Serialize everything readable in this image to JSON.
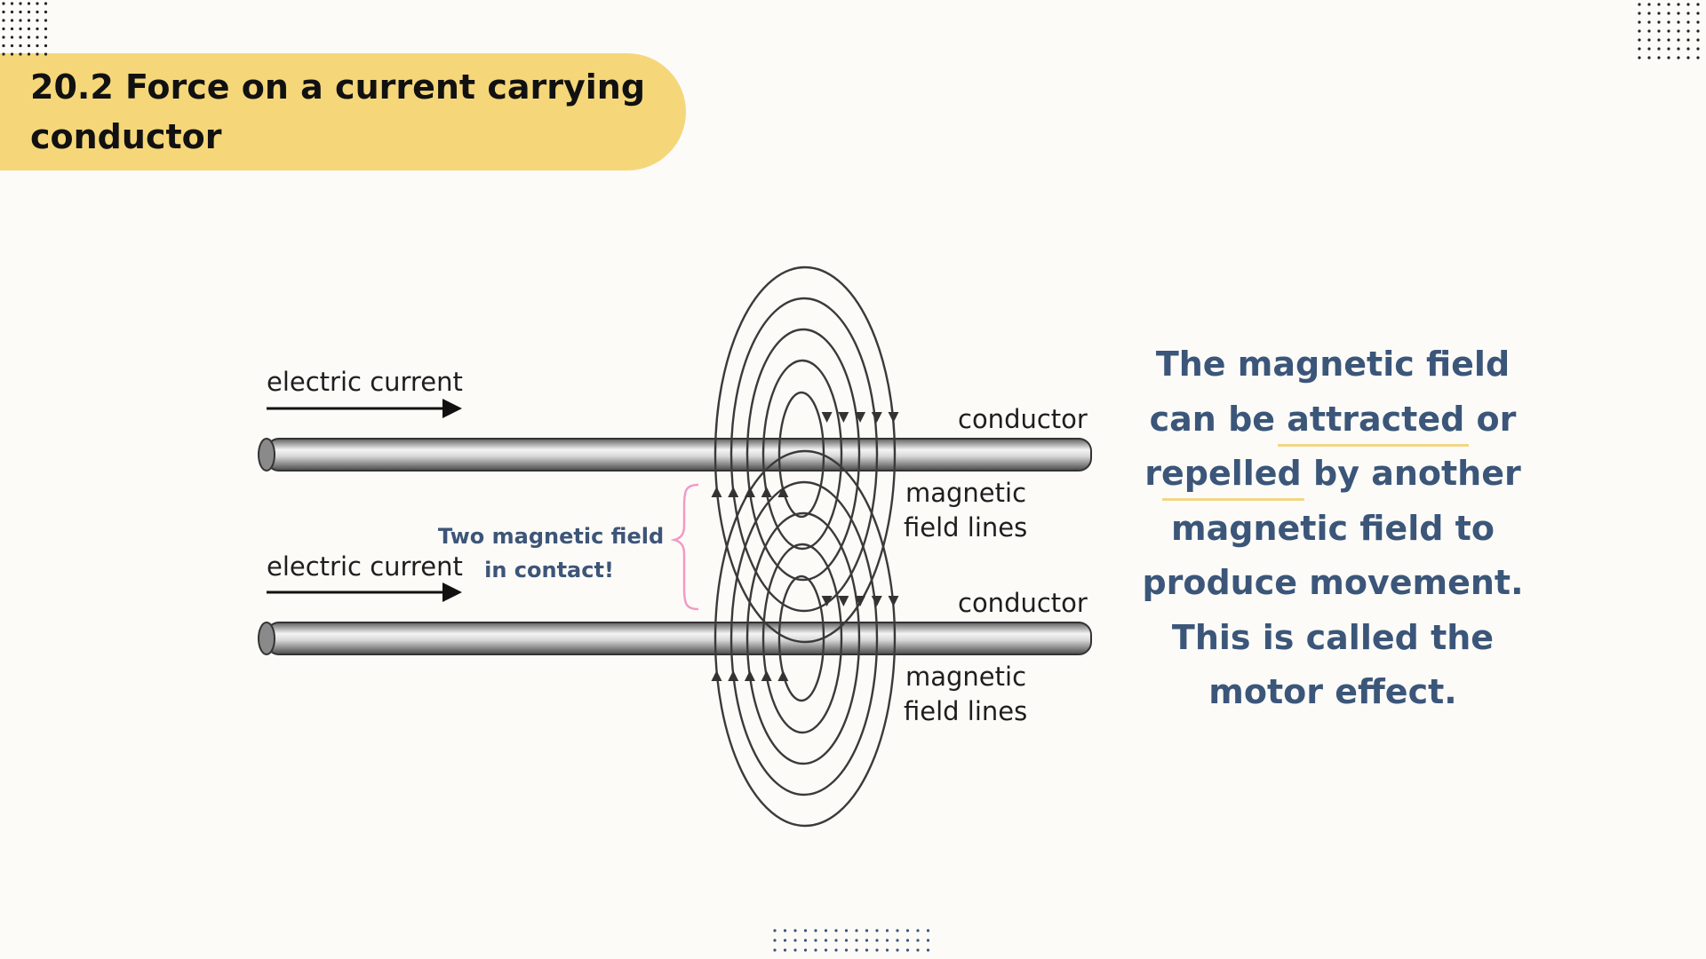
{
  "slide": {
    "title": "20.2 Force on a current carrying conductor",
    "accent_color": "#f5d77a",
    "text_color": "#3b5679"
  },
  "diagram": {
    "top": {
      "current_label": "electric current",
      "conductor_label": "conductor",
      "field_label_line1": "magnetic",
      "field_label_line2": "field lines"
    },
    "bottom": {
      "current_label": "electric current",
      "conductor_label": "conductor",
      "field_label_line1": "magnetic",
      "field_label_line2": "field lines"
    },
    "note_line1": "Two magnetic field",
    "note_line2": "in contact!",
    "brace_color": "#f29ac6"
  },
  "side_text": {
    "lines": [
      "The magnetic field",
      "can be attracted or",
      "repelled by another",
      "magnetic field to",
      "produce movement.",
      "This is called the",
      "motor effect."
    ],
    "highlight_words": [
      "attracted",
      "repelled"
    ]
  }
}
